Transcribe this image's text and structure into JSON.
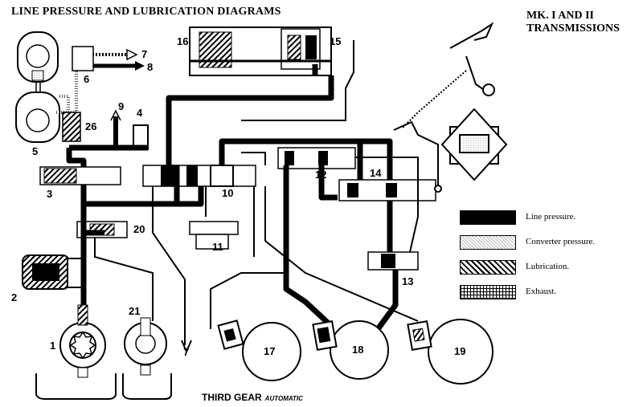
{
  "title": "LINE PRESSURE AND LUBRICATION DIAGRAMS",
  "subtitle_line1": "MK. I AND II",
  "subtitle_line2": "TRANSMISSIONS",
  "caption": "THIRD GEAR",
  "caption_sub": "AUTOMATIC",
  "legend": [
    {
      "label": "Line pressure.",
      "pattern": "line"
    },
    {
      "label": "Converter pressure.",
      "pattern": "converter"
    },
    {
      "label": "Lubrication.",
      "pattern": "lubrication"
    },
    {
      "label": "Exhaust.",
      "pattern": "exhaust"
    }
  ],
  "callouts": {
    "n1": "1",
    "n2": "2",
    "n3": "3",
    "n4": "4",
    "n5": "5",
    "n6": "6",
    "n7a": "7",
    "n7b": "7",
    "n8": "8",
    "n9": "9",
    "n10": "10",
    "n11": "11",
    "n12": "12",
    "n13": "13",
    "n14": "14",
    "n15": "15",
    "n16": "16",
    "n17": "17",
    "n18": "18",
    "n19": "19",
    "n20": "20",
    "n21": "21",
    "n26": "26"
  }
}
